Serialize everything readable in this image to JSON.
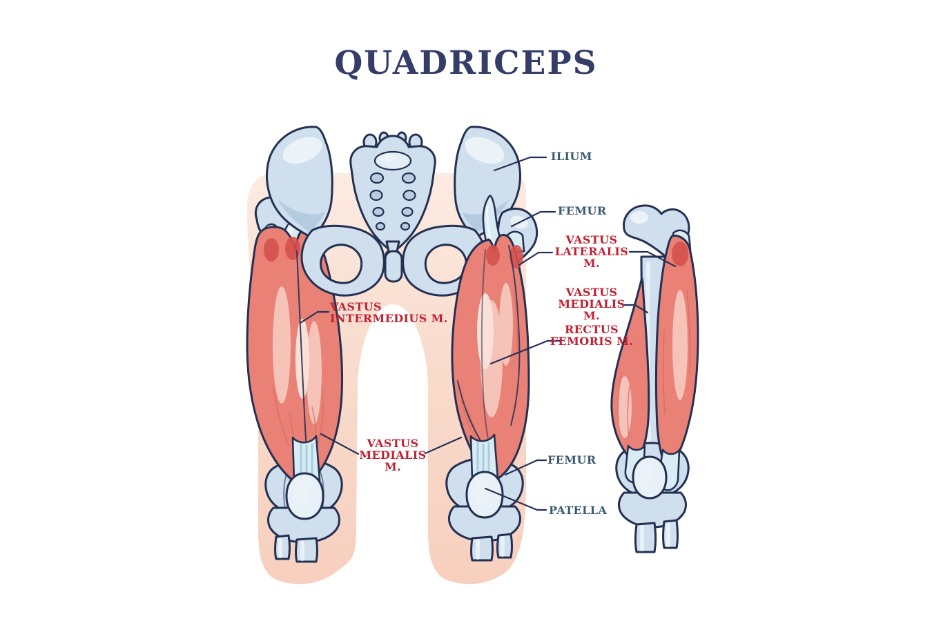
{
  "title": "QUADRICEPS",
  "labels": {
    "ilium": "ILIUM",
    "femur_top": "FEMUR",
    "vastus_lateralis_1": "VASTUS",
    "vastus_lateralis_2": "LATERALIS M.",
    "vastus_medialis_right_1": "VASTUS",
    "vastus_medialis_right_2": "MEDIALIS M.",
    "rectus_femoris_1": "RECTUS",
    "rectus_femoris_2": "FEMORIS M.",
    "vastus_intermedius_1": "VASTUS",
    "vastus_intermedius_2": "INTERMEDIUS M.",
    "vastus_medialis_bottom_1": "VASTUS",
    "vastus_medialis_bottom_2": "MEDIALIS M.",
    "femur_bottom": "FEMUR",
    "patella": "PATELLA"
  },
  "colors": {
    "title_text": "#343c68",
    "bone_label_text": "#3a5a72",
    "muscle_label_text": "#c32031",
    "leader_line": "#263055",
    "bone_fill": "#cfdfee",
    "bone_outline": "#243052",
    "muscle_fill": "#e98176",
    "muscle_shadow": "#d5514f",
    "muscle_highlight": "#f6c3b8",
    "tendon_fill": "#d9ecf4",
    "skin_fill": "#f8d4c4",
    "background": "#ffffff"
  }
}
